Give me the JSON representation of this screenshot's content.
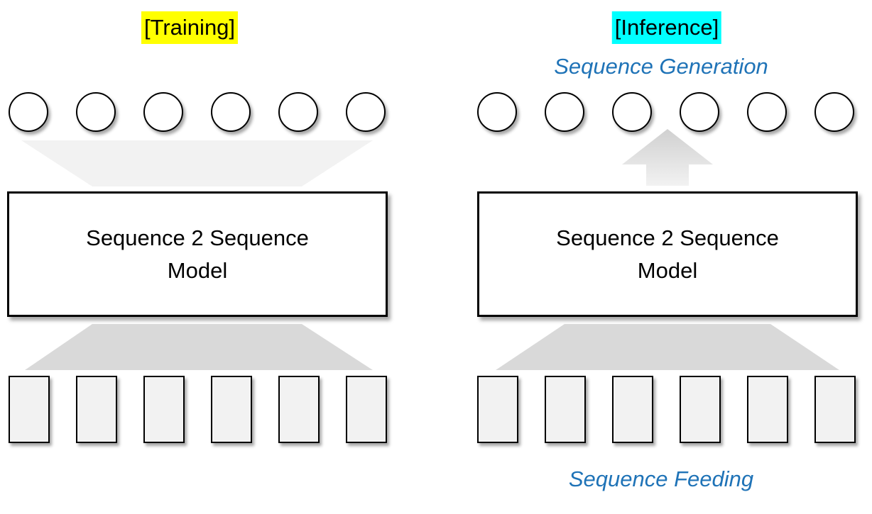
{
  "training": {
    "tag": "[Training]",
    "model_line1": "Sequence 2 Sequence",
    "model_line2": "Model"
  },
  "inference": {
    "tag": "[Inference]",
    "caption_top": "Sequence Generation",
    "caption_bottom": "Sequence Feeding",
    "model_line1": "Sequence 2 Sequence",
    "model_line2": "Model"
  },
  "colors": {
    "training_highlight": "#ffff00",
    "inference_highlight": "#00ffff",
    "caption_blue": "#1f73b7"
  }
}
